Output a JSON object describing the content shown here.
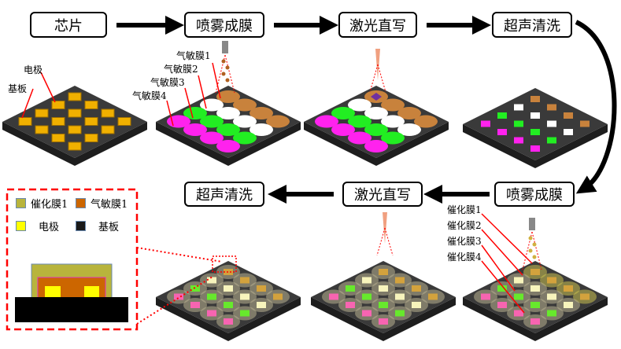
{
  "steps_top": [
    "芯片",
    "喷雾成膜",
    "激光直写",
    "超声清洗"
  ],
  "steps_bottom": [
    "超声清洗",
    "激光直写",
    "喷雾成膜"
  ],
  "chip_labels": {
    "electrode": "电极",
    "substrate": "基板"
  },
  "gas_films": [
    "气敏膜1",
    "气敏膜2",
    "气敏膜3",
    "气敏膜4"
  ],
  "catalyst_films": [
    "催化膜1",
    "催化膜2",
    "催化膜3",
    "催化膜4"
  ],
  "legend": [
    {
      "label": "催化膜1",
      "color": "#b8b43c"
    },
    {
      "label": "气敏膜1",
      "color": "#cc6600"
    },
    {
      "label": "电极",
      "color": "#ffff00"
    },
    {
      "label": "基板",
      "color": "#1a1a1a"
    }
  ],
  "colors": {
    "board": "#3a3a3a",
    "film1": "#c8823c",
    "film2": "#ffffff",
    "film3": "#22ee22",
    "film4": "#ff22ee",
    "electrode": "#f0b000",
    "laser": "#7030a0",
    "accent": "#ff0000"
  }
}
